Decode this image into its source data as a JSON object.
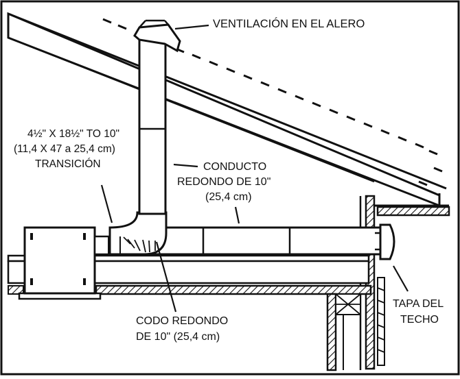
{
  "labels": {
    "eave_vent": "VENTILACIÓN EN EL ALERO",
    "transition_line1": "4½\" X 18½\" TO 10\"",
    "transition_line2": "(11,4 X 47 a 25,4 cm)",
    "transition_line3": "TRANSICIÓN",
    "duct_line1": "CONDUCTO",
    "duct_line2": "REDONDO DE 10\"",
    "duct_line3": "(25,4 cm)",
    "elbow_line1": "CODO REDONDO",
    "elbow_line2": "DE 10\" (25,4 cm)",
    "roof_cap_line1": "TAPA DEL",
    "roof_cap_line2": "TECHO"
  },
  "colors": {
    "line": "#111111",
    "background": "#ffffff"
  }
}
